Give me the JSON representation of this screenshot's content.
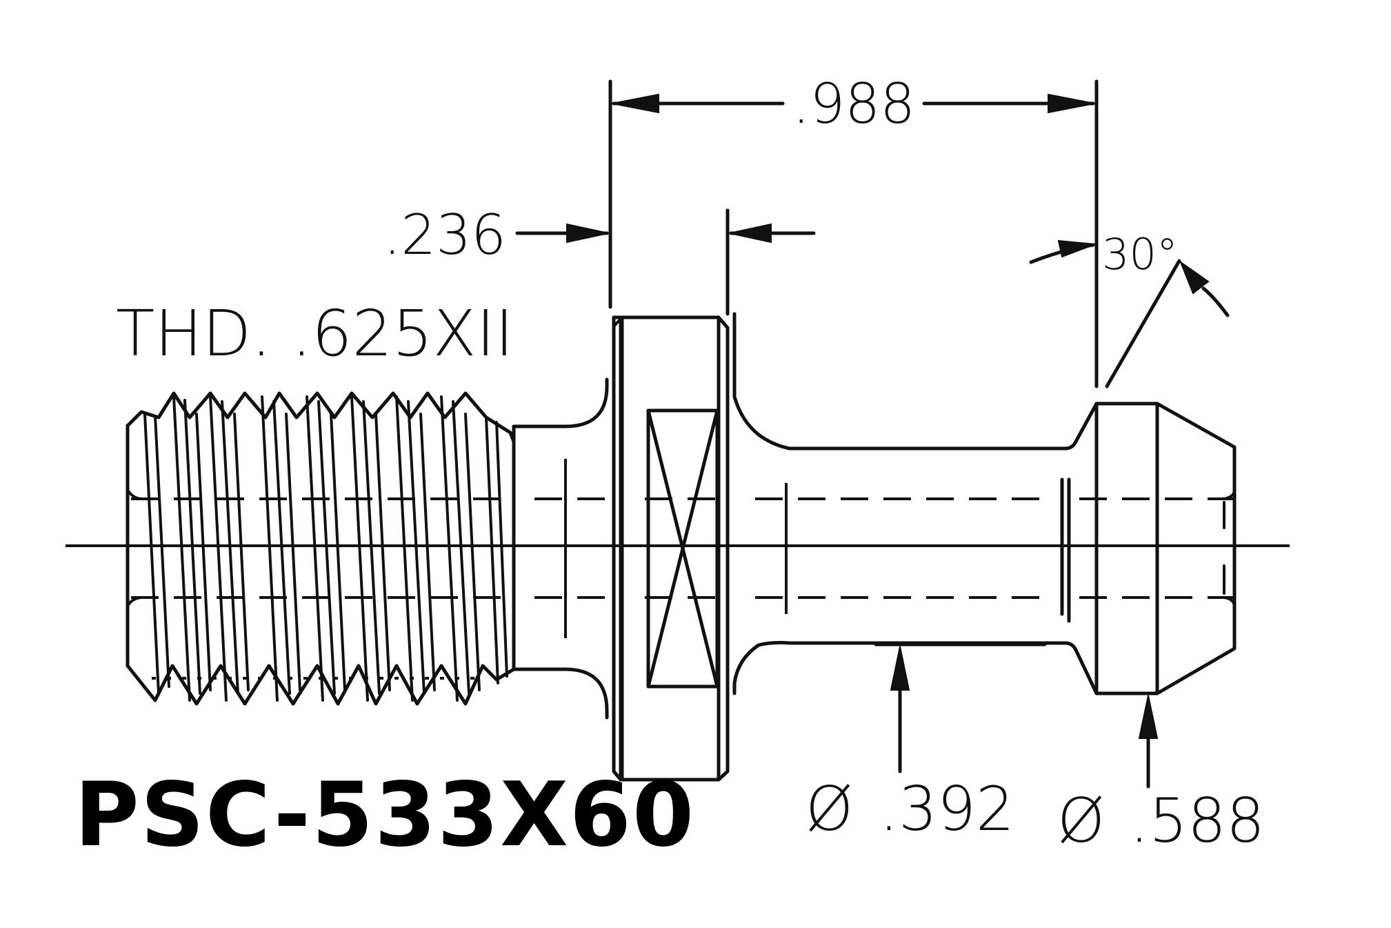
{
  "drawing": {
    "part_number": "PSC-533X60",
    "thread_spec": "THD. .625XII",
    "dimensions": {
      "overall_length": ".988",
      "flange_width": ".236",
      "angle": "30°",
      "neck_diameter_symbol": "Ø",
      "neck_diameter": ".392",
      "head_diameter_symbol": "Ø",
      "head_diameter": ".588"
    },
    "colors": {
      "line": "#111111",
      "background": "#ffffff"
    }
  }
}
